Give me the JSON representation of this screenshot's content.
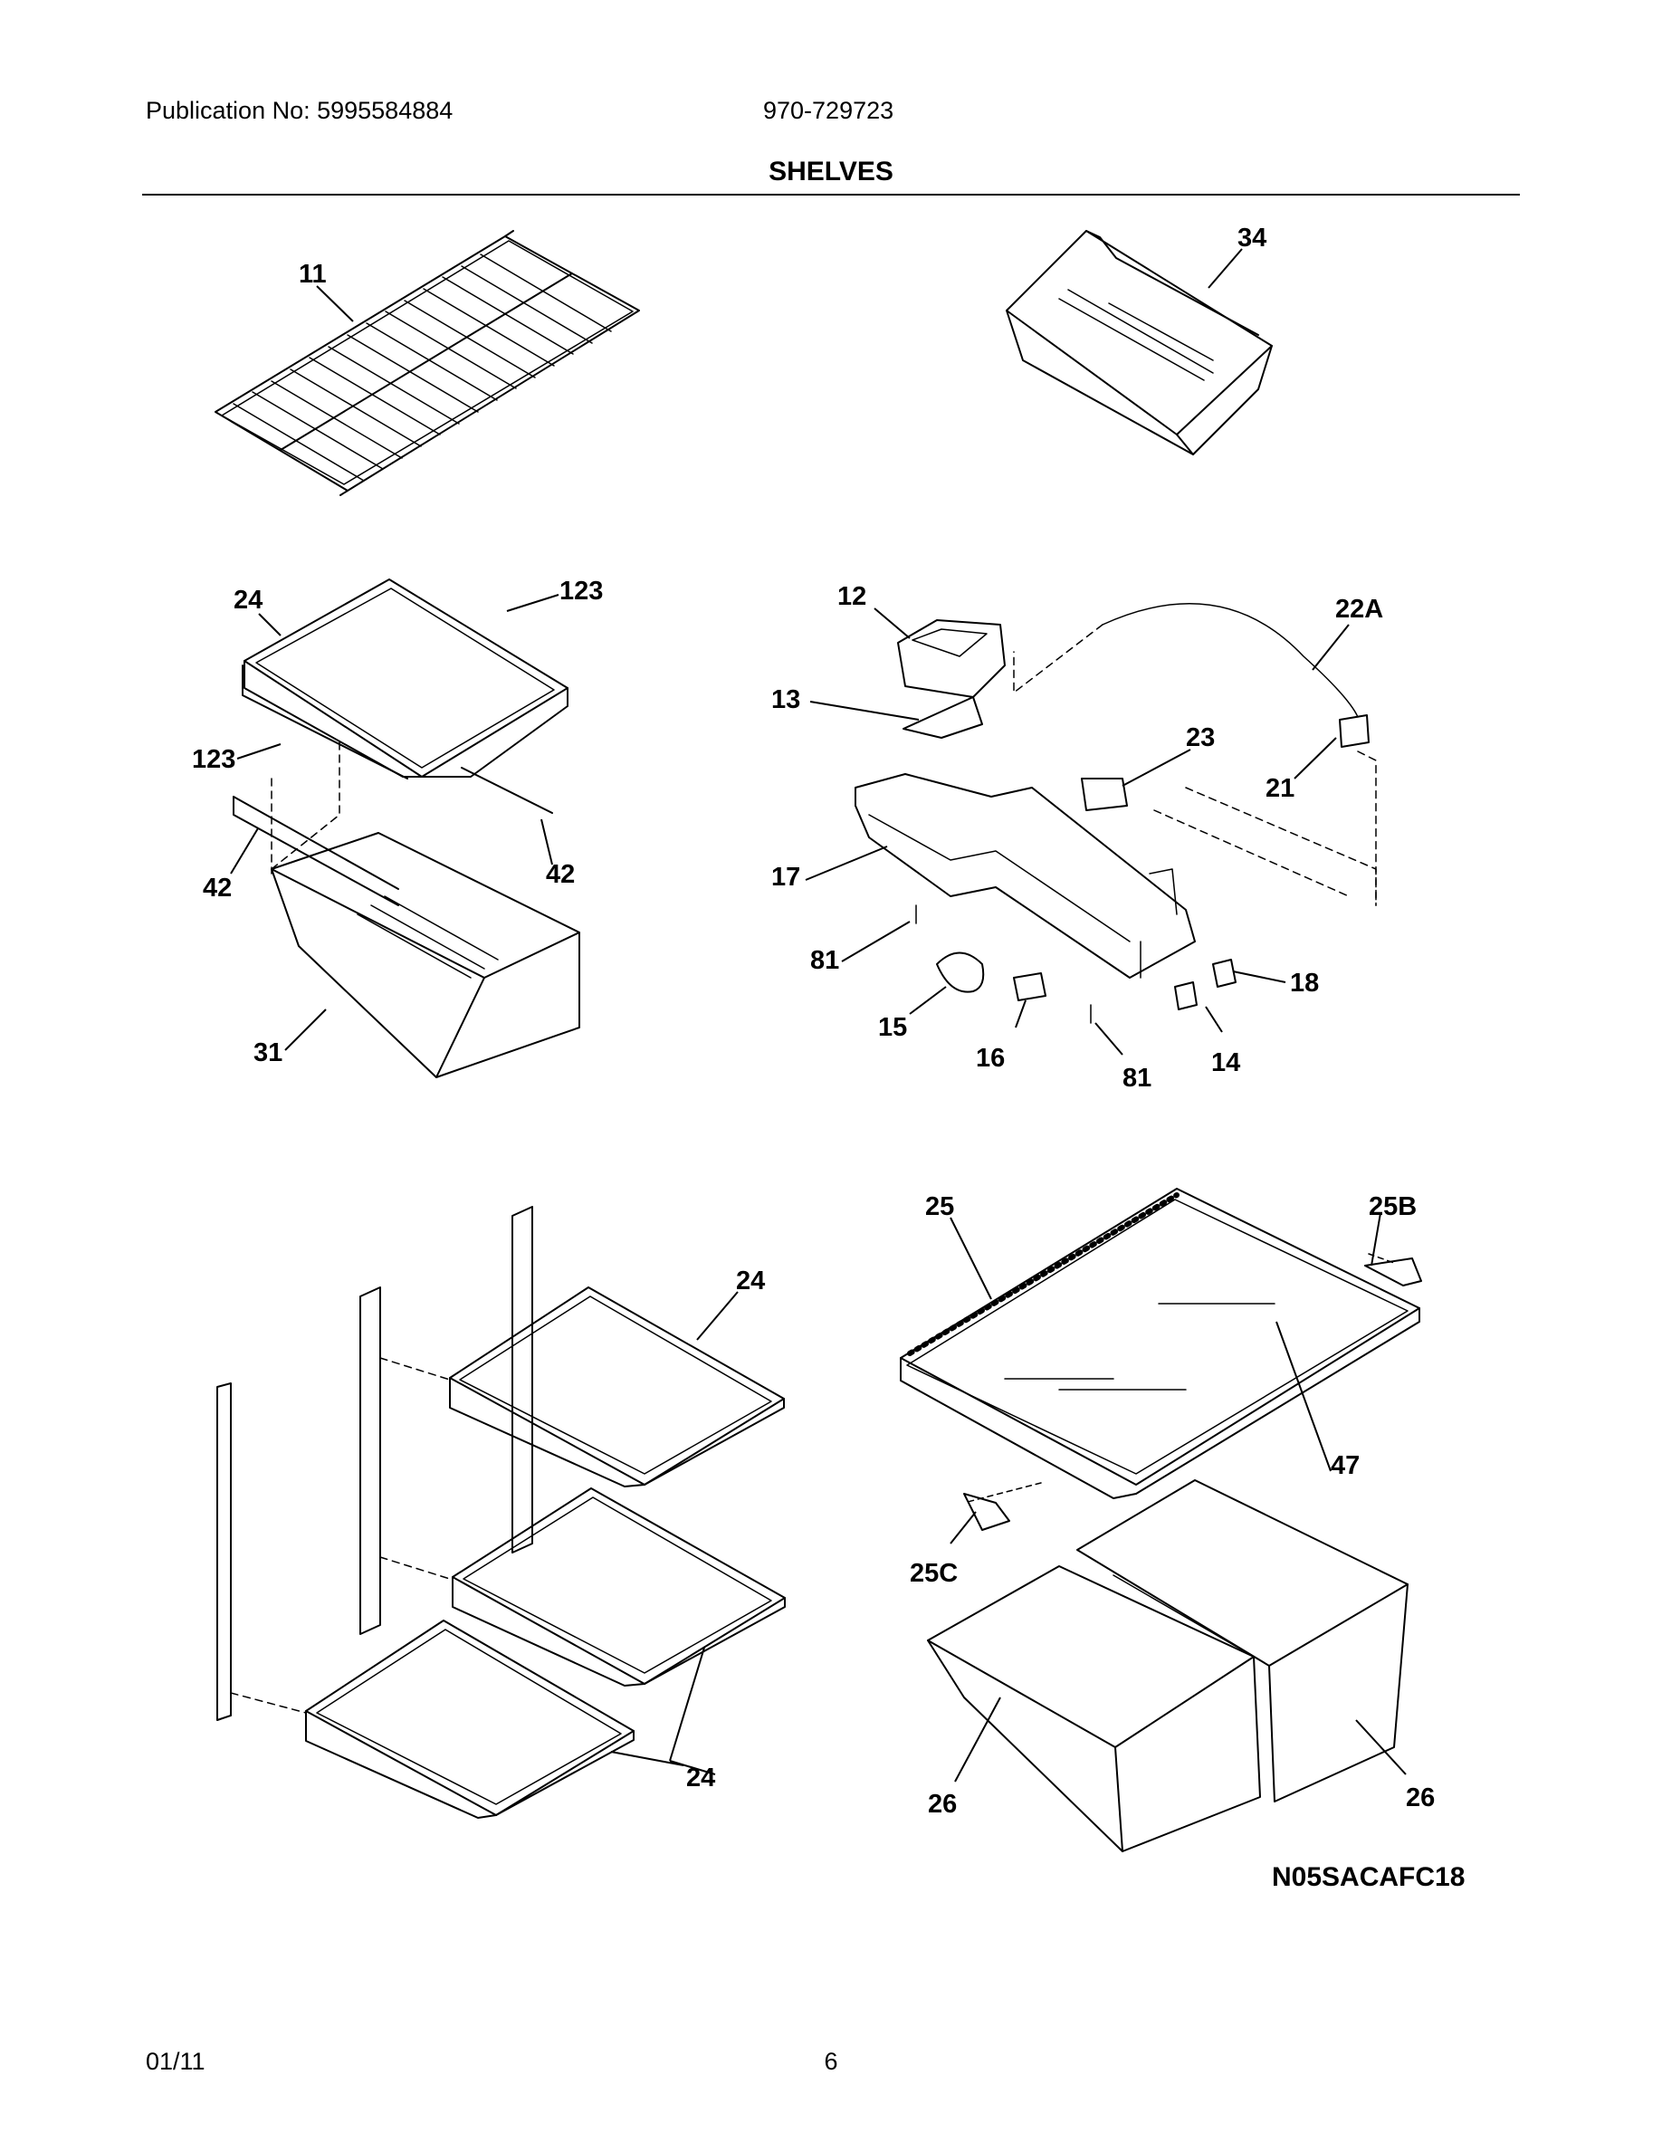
{
  "header": {
    "publication": "Publication No: 5995584884",
    "model": "970-729723",
    "title": "SHELVES"
  },
  "callouts": {
    "c11": "11",
    "c34": "34",
    "c24a": "24",
    "c123a": "123",
    "c123b": "123",
    "c42a": "42",
    "c42b": "42",
    "c31": "31",
    "c12": "12",
    "c22A": "22A",
    "c13": "13",
    "c23": "23",
    "c21": "21",
    "c17": "17",
    "c81a": "81",
    "c18": "18",
    "c15": "15",
    "c16": "16",
    "c81b": "81",
    "c14": "14",
    "c24b": "24",
    "c24c": "24",
    "c25": "25",
    "c25B": "25B",
    "c47": "47",
    "c25C": "25C",
    "c26a": "26",
    "c26b": "26"
  },
  "diagram_code": "N05SACAFC18",
  "footer": {
    "date": "01/11",
    "page": "6"
  }
}
